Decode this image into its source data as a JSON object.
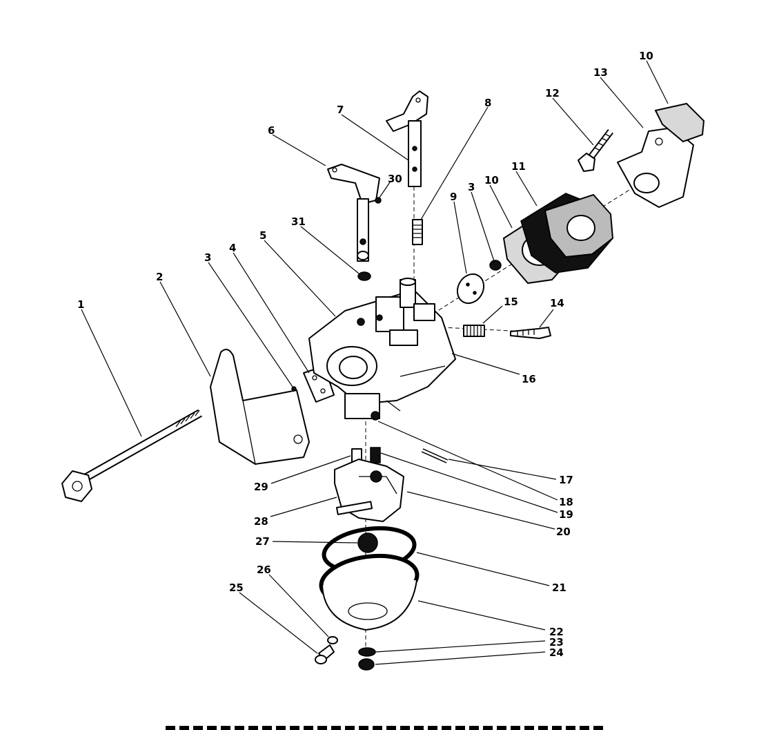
{
  "callouts": [
    {
      "key": "p1",
      "text": "1"
    },
    {
      "key": "p2",
      "text": "2"
    },
    {
      "key": "p3a",
      "text": "3"
    },
    {
      "key": "p3b",
      "text": "3"
    },
    {
      "key": "p4",
      "text": "4"
    },
    {
      "key": "p5",
      "text": "5"
    },
    {
      "key": "p6",
      "text": "6"
    },
    {
      "key": "p7",
      "text": "7"
    },
    {
      "key": "p8",
      "text": "8"
    },
    {
      "key": "p9",
      "text": "9"
    },
    {
      "key": "p10a",
      "text": "10"
    },
    {
      "key": "p10b",
      "text": "10"
    },
    {
      "key": "p11",
      "text": "11"
    },
    {
      "key": "p12",
      "text": "12"
    },
    {
      "key": "p13",
      "text": "13"
    },
    {
      "key": "p14",
      "text": "14"
    },
    {
      "key": "p15",
      "text": "15"
    },
    {
      "key": "p16",
      "text": "16"
    },
    {
      "key": "p17",
      "text": "17"
    },
    {
      "key": "p18",
      "text": "18"
    },
    {
      "key": "p19",
      "text": "19"
    },
    {
      "key": "p20",
      "text": "20"
    },
    {
      "key": "p21",
      "text": "21"
    },
    {
      "key": "p22",
      "text": "22"
    },
    {
      "key": "p23",
      "text": "23"
    },
    {
      "key": "p24",
      "text": "24"
    },
    {
      "key": "p25",
      "text": "25"
    },
    {
      "key": "p26",
      "text": "26"
    },
    {
      "key": "p27",
      "text": "27"
    },
    {
      "key": "p28",
      "text": "28"
    },
    {
      "key": "p29",
      "text": "29"
    },
    {
      "key": "p30",
      "text": "30"
    },
    {
      "key": "p31",
      "text": "31"
    }
  ],
  "colors": {
    "ink": "#000000",
    "paper": "#ffffff",
    "gasket": "#d8d8d8"
  }
}
